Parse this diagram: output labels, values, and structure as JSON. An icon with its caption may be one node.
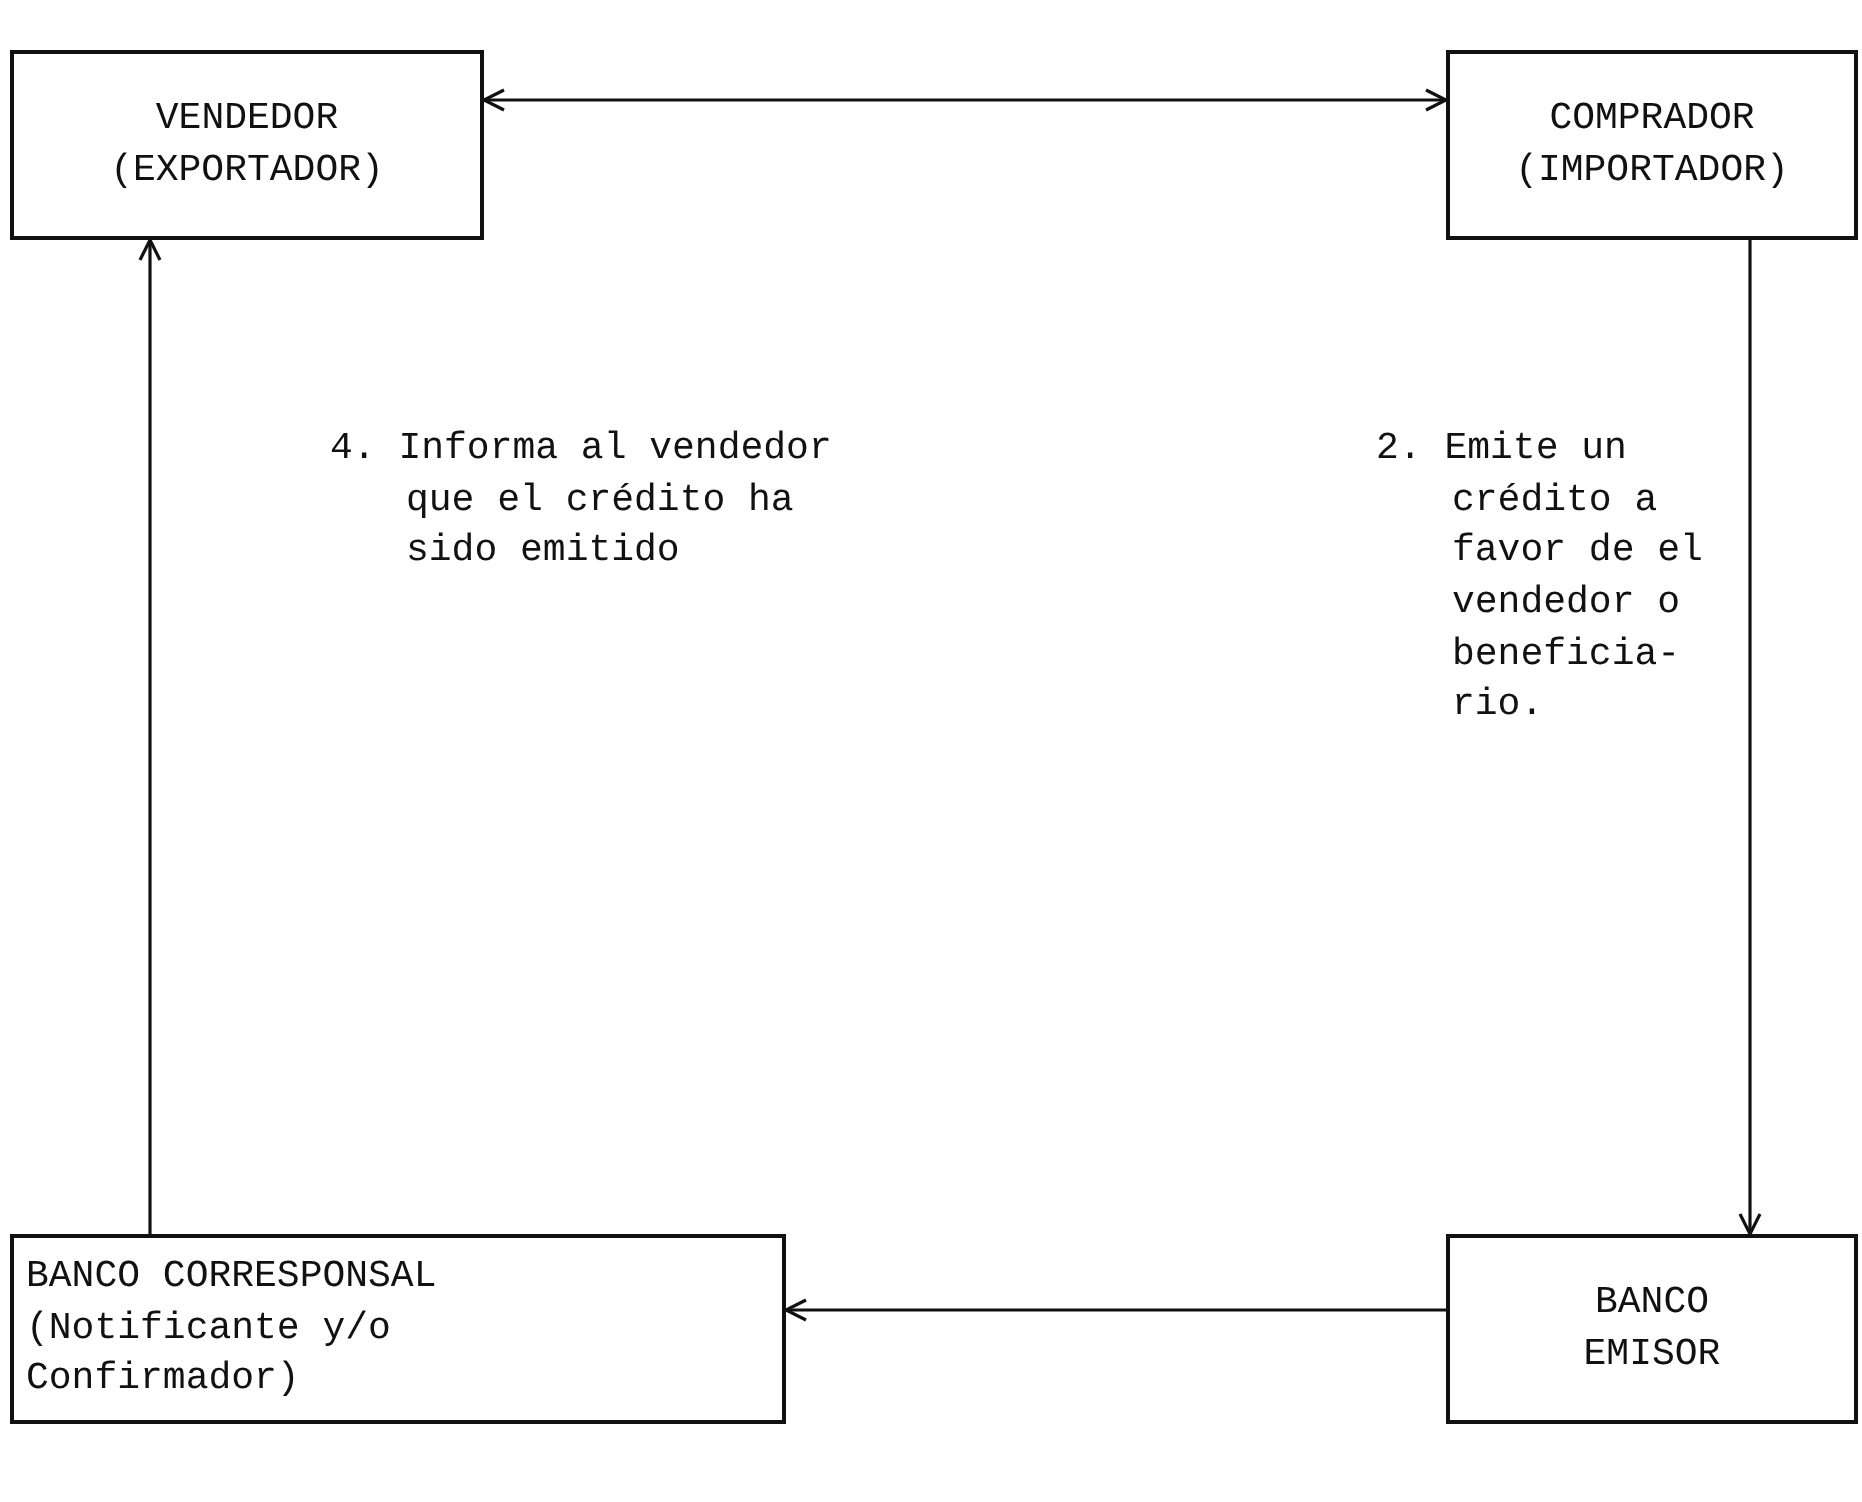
{
  "diagram": {
    "nodes": [
      {
        "text": [
          "VENDEDOR (EXPORTADOR)"
        ]
      },
      {
        "text": [
          "COMPRADOR (IMPORTADOR)"
        ]
      },
      {
        "text": [
          "BANCO CORRESPONSAL (Notificante y/o Confirmador)"
        ]
      },
      {
        "text": [
          "BANCO EMISOR"
        ]
      }
    ],
    "edges": [
      {
        "from": 0,
        "to": 1,
        "arrow": "both"
      },
      {
        "from": 1,
        "to": 3,
        "arrow": "to",
        "label": "2. Emite un crédito a favor de el vendedor o beneficia- rio."
      },
      {
        "from": 3,
        "to": 2,
        "arrow": "to"
      },
      {
        "from": 2,
        "to": 0,
        "arrow": "to",
        "label": "4. Informa al vendedor que el crédito ha sido emitido"
      }
    ]
  }
}
